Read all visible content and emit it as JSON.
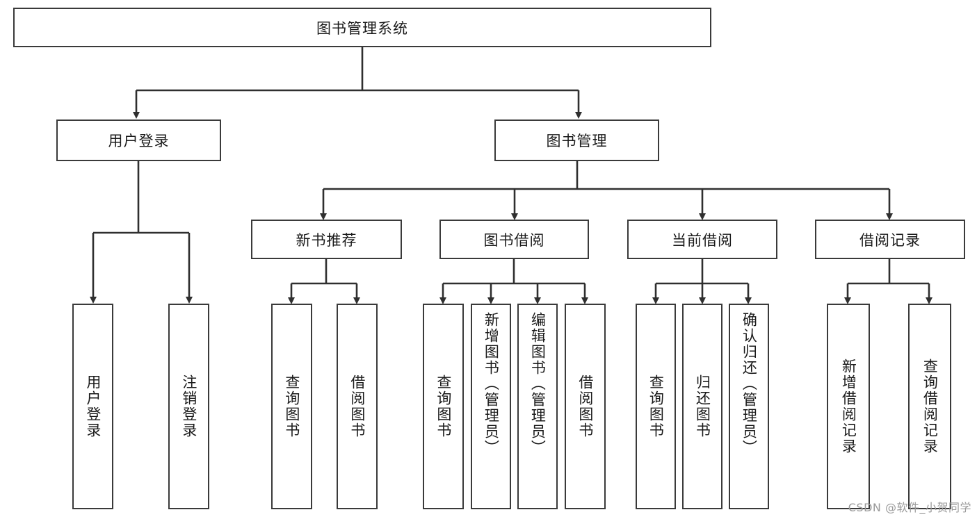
{
  "diagram": {
    "type": "tree-hierarchy",
    "title": "图书管理系统",
    "watermark": "CSDN @软件_小贺同学",
    "colors": {
      "stroke": "#3a3a3a",
      "box_fill": "#ffffff",
      "text": "#1a1a1a",
      "watermark": "#9a9a9a",
      "background": "#ffffff"
    },
    "levels": [
      {
        "level": 1,
        "orientation": "horizontal"
      },
      {
        "level": 2,
        "orientation": "horizontal"
      },
      {
        "level": 3,
        "orientation": "horizontal"
      },
      {
        "level": 4,
        "orientation": "vertical"
      }
    ],
    "root": {
      "label": "图书管理系统"
    },
    "level2": [
      {
        "id": "user-login",
        "label": "用户登录"
      },
      {
        "id": "book-manage",
        "label": "图书管理"
      }
    ],
    "level3": [
      {
        "id": "new-book-recommend",
        "label": "新书推荐",
        "parent": "book-manage"
      },
      {
        "id": "book-borrow",
        "label": "图书借阅",
        "parent": "book-manage"
      },
      {
        "id": "current-borrow",
        "label": "当前借阅",
        "parent": "book-manage"
      },
      {
        "id": "borrow-record",
        "label": "借阅记录",
        "parent": "book-manage"
      }
    ],
    "leaves": [
      {
        "id": "leaf-user-login",
        "label": "用户登录",
        "parent": "user-login"
      },
      {
        "id": "leaf-logout",
        "label": "注销登录",
        "parent": "user-login"
      },
      {
        "id": "leaf-query-book-1",
        "label": "查询图书",
        "parent": "new-book-recommend"
      },
      {
        "id": "leaf-borrow-book-1",
        "label": "借阅图书",
        "parent": "new-book-recommend"
      },
      {
        "id": "leaf-query-book-2",
        "label": "查询图书",
        "parent": "book-borrow"
      },
      {
        "id": "leaf-add-book",
        "label": "新增图书（管理员）",
        "parent": "book-borrow"
      },
      {
        "id": "leaf-edit-book",
        "label": "编辑图书（管理员）",
        "parent": "book-borrow"
      },
      {
        "id": "leaf-borrow-book-2",
        "label": "借阅图书",
        "parent": "book-borrow"
      },
      {
        "id": "leaf-query-book-3",
        "label": "查询图书",
        "parent": "current-borrow"
      },
      {
        "id": "leaf-return-book",
        "label": "归还图书",
        "parent": "current-borrow"
      },
      {
        "id": "leaf-confirm-return",
        "label": "确认归还（管理员）",
        "parent": "current-borrow"
      },
      {
        "id": "leaf-add-record",
        "label": "新增借阅记录",
        "parent": "borrow-record"
      },
      {
        "id": "leaf-query-record",
        "label": "查询借阅记录",
        "parent": "borrow-record"
      }
    ]
  }
}
